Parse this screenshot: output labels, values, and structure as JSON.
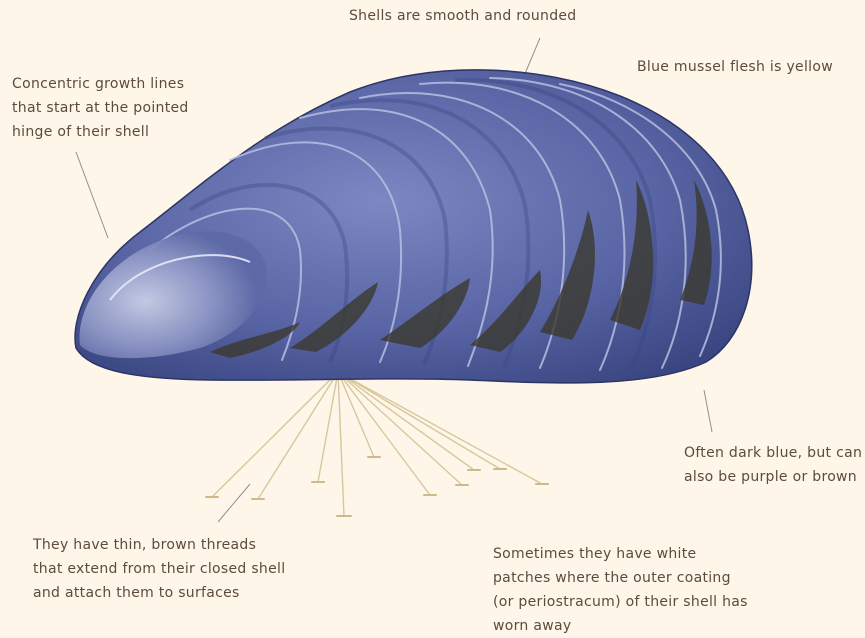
{
  "labels": {
    "smooth": {
      "lines": [
        "Shells are smooth and rounded"
      ]
    },
    "flesh": {
      "lines": [
        "Blue mussel flesh is yellow"
      ]
    },
    "growth": {
      "lines": [
        "Concentric growth lines",
        "that start at the pointed",
        "hinge of their shell"
      ]
    },
    "color": {
      "lines": [
        "Often dark blue, but can",
        "also be purple or brown"
      ]
    },
    "threads": {
      "lines": [
        "They have thin, brown threads",
        "that extend from their closed shell",
        "and attach them to surfaces"
      ]
    },
    "patches": {
      "lines": [
        "Sometimes they have white",
        "patches where the outer coating",
        "(or periostracum) of their shell has",
        "worn away"
      ]
    }
  },
  "colors": {
    "background": "#fdf6e9",
    "shell_dark": "#3a4580",
    "shell_mid": "#5b69a8",
    "shell_light": "#aeb6d8",
    "periostracum_patch": "#3b3a2e",
    "byssus_thread": "#d9c79c",
    "leader_line": "#9a8f82"
  }
}
